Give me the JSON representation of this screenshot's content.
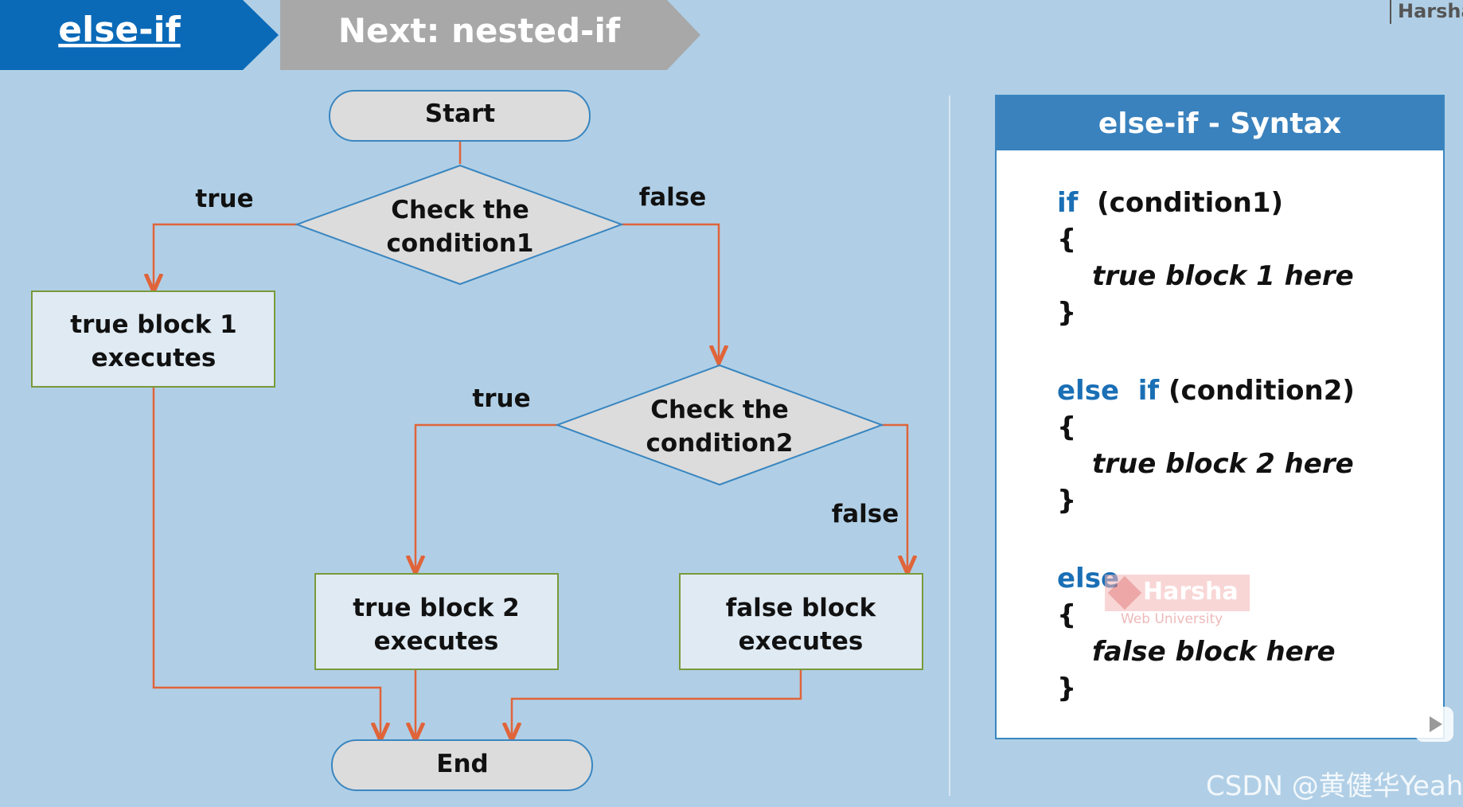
{
  "tabs": {
    "current": "else-if",
    "next": "Next: nested-if"
  },
  "flowchart": {
    "start": "Start",
    "end": "End",
    "condition1": [
      "Check the",
      "condition1"
    ],
    "condition2": [
      "Check the",
      "condition2"
    ],
    "true_block1": [
      "true block 1",
      "executes"
    ],
    "true_block2": [
      "true block 2",
      "executes"
    ],
    "false_block": [
      "false block",
      "executes"
    ],
    "labels": {
      "true1": "true",
      "false1": "false",
      "true2": "true",
      "false2": "false"
    }
  },
  "syntax": {
    "title": "else-if  - Syntax",
    "lines": {
      "if_kw": "if",
      "if_cond": "(condition1)",
      "open1": "{",
      "body1": "true block 1 here",
      "close1": "}",
      "else_kw": "else",
      "if2_kw": "if",
      "if2_cond": "(condition2)",
      "open2": "{",
      "body2": "true block 2 here",
      "close2": "}",
      "else2_kw": "else",
      "open3": "{",
      "body3": "false block here",
      "close3": "}"
    }
  },
  "watermarks": {
    "top_right": "Harsha",
    "logo_word": "Harsha",
    "logo_sub": "Web University",
    "csdn": "CSDN @黄健华Yeah"
  },
  "colors": {
    "background": "#b0cfe6",
    "tab_active": "#0a6ab8",
    "tab_next": "#a8a8a8",
    "arrow": "#e0643a",
    "box_border": "#7a9a3a",
    "diamond_fill": "#dcdcdc",
    "keyword": "#1a6fb5"
  }
}
